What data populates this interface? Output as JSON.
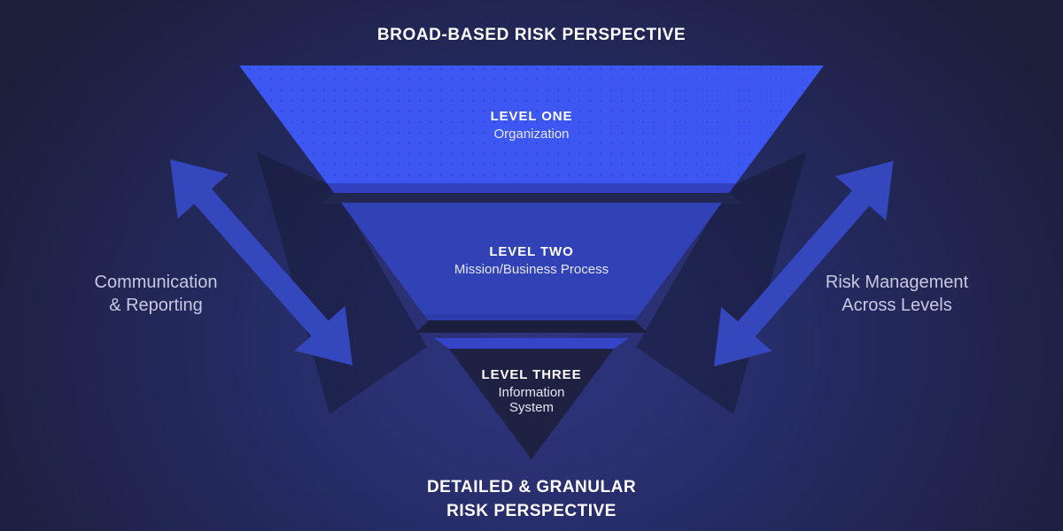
{
  "diagram": {
    "title_top": "BROAD-BASED RISK PERSPECTIVE",
    "title_bottom": {
      "line1": "DETAILED & GRANULAR",
      "line2": "RISK PERSPECTIVE"
    },
    "annotations": {
      "left": {
        "line1": "Communication",
        "line2": "& Reporting"
      },
      "right": {
        "line1": "Risk Management",
        "line2": "Across Levels"
      }
    },
    "levels": [
      {
        "title": "LEVEL ONE",
        "subtitle": "Organization"
      },
      {
        "title": "LEVEL TWO",
        "subtitle": "Mission/Business Process"
      },
      {
        "title": "LEVEL THREE",
        "subtitle": "Information System"
      }
    ],
    "colors": {
      "background_edge": "#1d1e3a",
      "background_glow": "#2e3480",
      "level1_fill": "#3d57f2",
      "level1_bevel": "#3240c0",
      "level2_fill": "#3142b6",
      "level2_bevel": "#2d3baa",
      "level3_strip": "#3645c8",
      "level3_fill": "#1e2142",
      "gap_shadow": "#22274f",
      "arrow": "#3447bd",
      "title_text": "#ffffff",
      "subtitle_text": "#e4e6f4",
      "annotation_text": "#c7c9e2"
    }
  }
}
